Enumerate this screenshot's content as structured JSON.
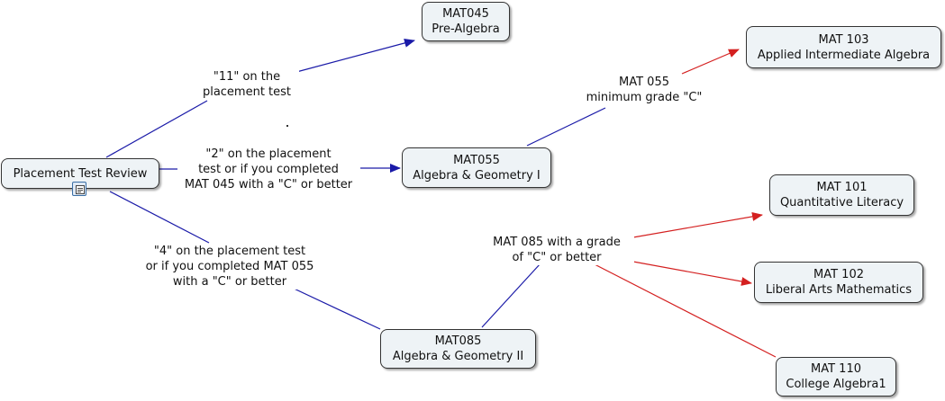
{
  "nodes": {
    "placement": {
      "lines": [
        "Placement Test Review"
      ]
    },
    "mat045": {
      "lines": [
        "MAT045",
        "Pre-Algebra"
      ]
    },
    "mat055": {
      "lines": [
        "MAT055",
        "Algebra & Geometry I"
      ]
    },
    "mat085": {
      "lines": [
        "MAT085",
        "Algebra & Geometry II"
      ]
    },
    "mat103": {
      "lines": [
        "MAT 103",
        "Applied Intermediate Algebra"
      ]
    },
    "mat101": {
      "lines": [
        "MAT 101",
        "Quantitative Literacy"
      ]
    },
    "mat102": {
      "lines": [
        "MAT 102",
        "Liberal Arts Mathematics"
      ]
    },
    "mat110": {
      "lines": [
        "MAT 110",
        "College Algebra1"
      ]
    }
  },
  "link_labels": {
    "to_mat045": {
      "lines": [
        "\"11\" on the",
        "placement test"
      ]
    },
    "to_mat055": {
      "lines": [
        "\"2\" on the placement",
        "test or if you completed",
        "MAT 045 with a \"C\" or better"
      ]
    },
    "to_mat085": {
      "lines": [
        "\"4\" on the placement test",
        "or if you completed MAT 055",
        "with a \"C\" or better"
      ]
    },
    "mat055_to_mat103": {
      "lines": [
        "MAT 055",
        "minimum grade \"C\""
      ]
    },
    "mat085_to_upper": {
      "lines": [
        "MAT 085 with a grade",
        "of \"C\" or better"
      ]
    }
  },
  "icons": {
    "attachment": "document-icon"
  },
  "colors": {
    "blue_link": "#1a1aa8",
    "red_link": "#d42020",
    "node_fill": "#eef3f6"
  }
}
